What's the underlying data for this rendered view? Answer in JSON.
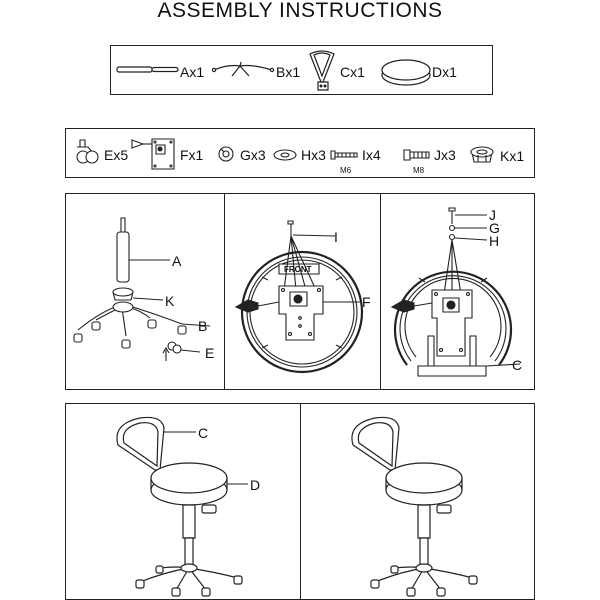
{
  "title": "ASSEMBLY INSTRUCTIONS",
  "parts_row1": [
    {
      "label": "Ax1"
    },
    {
      "label": "Bx1"
    },
    {
      "label": "Cx1"
    },
    {
      "label": "Dx1"
    }
  ],
  "parts_row2": [
    {
      "label": "Ex5"
    },
    {
      "label": "Fx1"
    },
    {
      "label": "Gx3"
    },
    {
      "label": "Hx3"
    },
    {
      "label": "Ix4",
      "sub": "M6"
    },
    {
      "label": "Jx3",
      "sub": "M8"
    },
    {
      "label": "Kx1"
    }
  ],
  "step1": {
    "callouts": [
      "A",
      "K",
      "B",
      "E"
    ]
  },
  "step2": {
    "callouts": [
      "I",
      "F"
    ],
    "front_label": "FRONT"
  },
  "step3": {
    "callouts": [
      "J",
      "G",
      "H",
      "C"
    ]
  },
  "step4": {
    "callouts": [
      "C",
      "D"
    ]
  }
}
